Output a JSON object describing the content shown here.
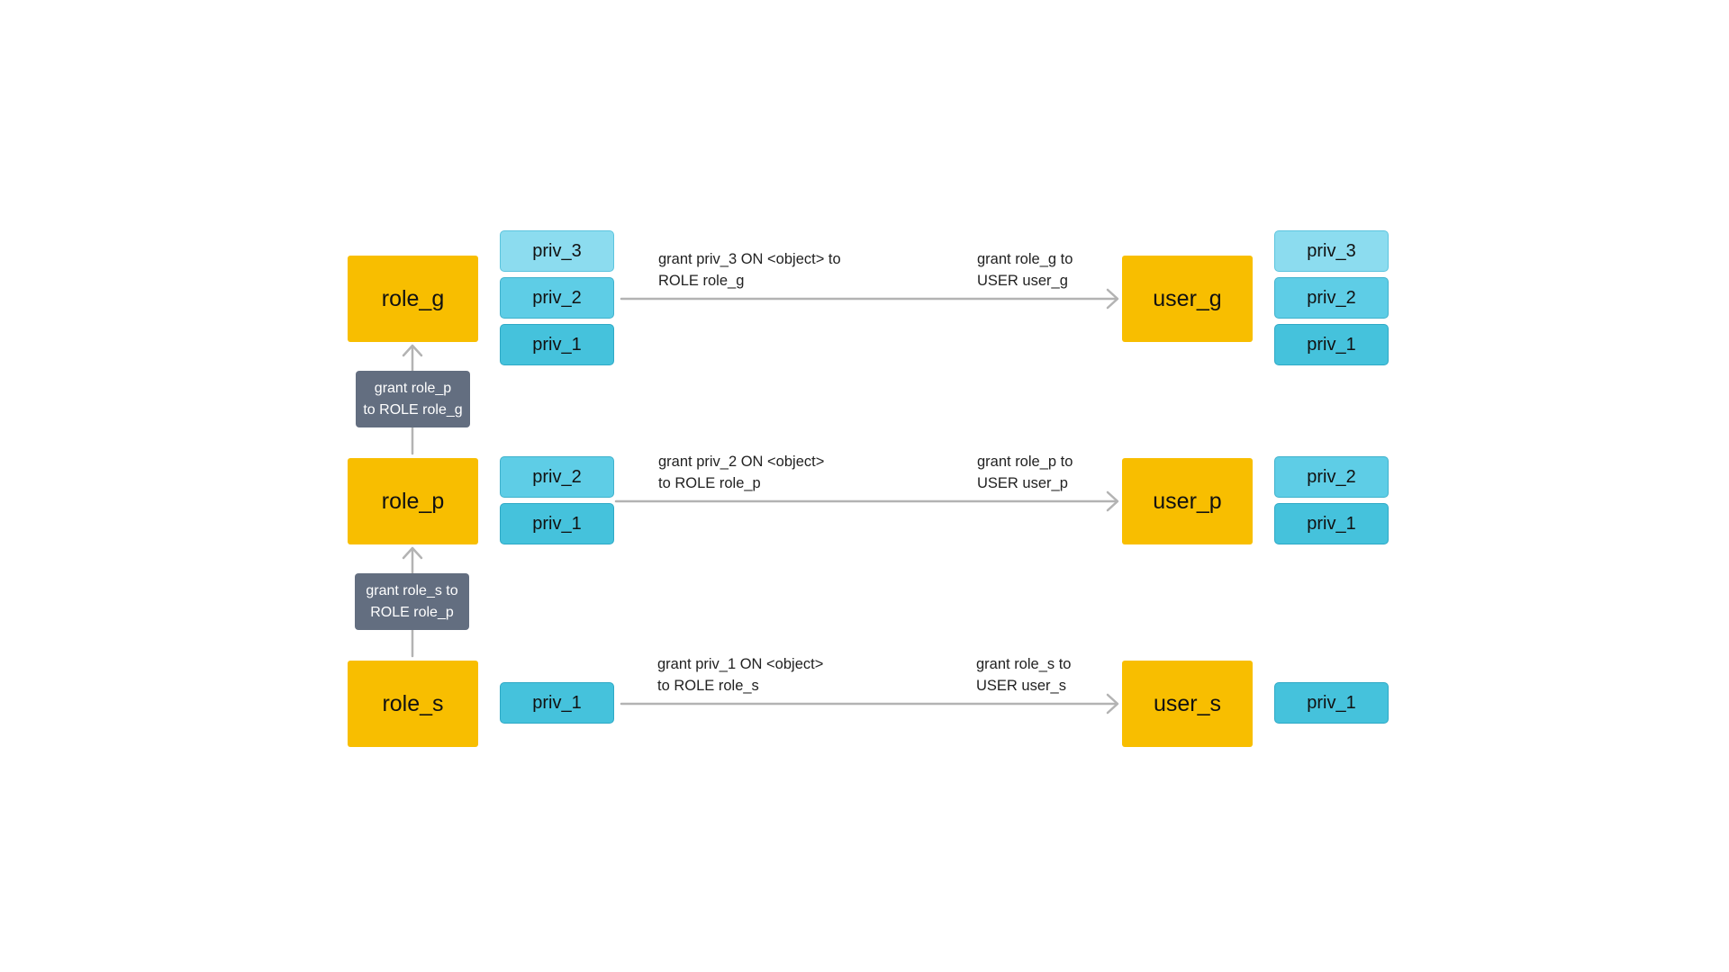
{
  "roles": {
    "g": "role_g",
    "p": "role_p",
    "s": "role_s"
  },
  "users": {
    "g": "user_g",
    "p": "user_p",
    "s": "user_s"
  },
  "privs": {
    "p3": "priv_3",
    "p2": "priv_2",
    "p1": "priv_1"
  },
  "grant_labels": {
    "priv3_to_role_g": "grant priv_3 ON <object> to\nROLE role_g",
    "role_g_to_user_g": "grant role_g to\nUSER user_g",
    "priv2_to_role_p": "grant priv_2 ON <object>\nto ROLE role_p",
    "role_p_to_user_p": "grant role_p to\nUSER user_p",
    "priv1_to_role_s": "grant priv_1 ON <object>\nto ROLE role_s",
    "role_s_to_user_s": "grant role_s to\nUSER user_s"
  },
  "inheritance_labels": {
    "role_p_to_role_g": "grant role_p\nto ROLE role_g",
    "role_s_to_role_p": "grant role_s to\nROLE role_p"
  },
  "colors": {
    "role_fill": "#f8be00",
    "priv3_fill": "#8cdcef",
    "priv2_fill": "#5ecde6",
    "priv1_fill": "#45c2dc",
    "tag_fill": "#636e80",
    "connector": "#b3b3b3"
  }
}
